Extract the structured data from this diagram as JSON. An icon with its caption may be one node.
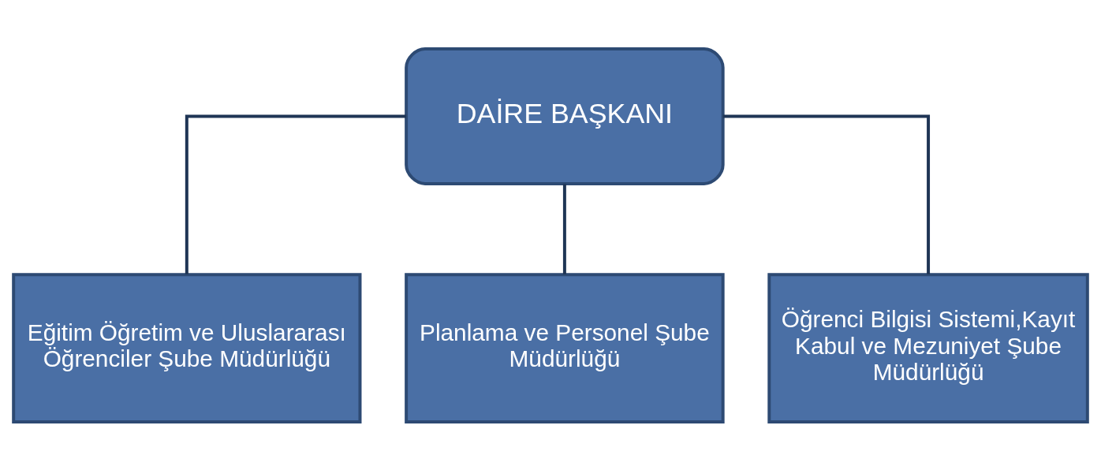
{
  "diagram": {
    "nodes": [
      {
        "text": [
          "DAİRE BAŞKANI"
        ]
      },
      {
        "text": [
          "Eğitim Öğretim ve Uluslararası Öğrenciler Şube Müdürlüğü"
        ]
      },
      {
        "text": [
          "Planlama ve Personel Şube Müdürlüğü"
        ]
      },
      {
        "text": [
          "Öğrenci Bilgisi Sistemi,Kayıt Kabul ve Mezuniyet Şube Müdürlüğü"
        ]
      }
    ],
    "edges": [
      {
        "from": 0,
        "to": 1,
        "arrow": "none"
      },
      {
        "from": 0,
        "to": 2,
        "arrow": "none"
      },
      {
        "from": 0,
        "to": 3,
        "arrow": "none"
      }
    ]
  }
}
